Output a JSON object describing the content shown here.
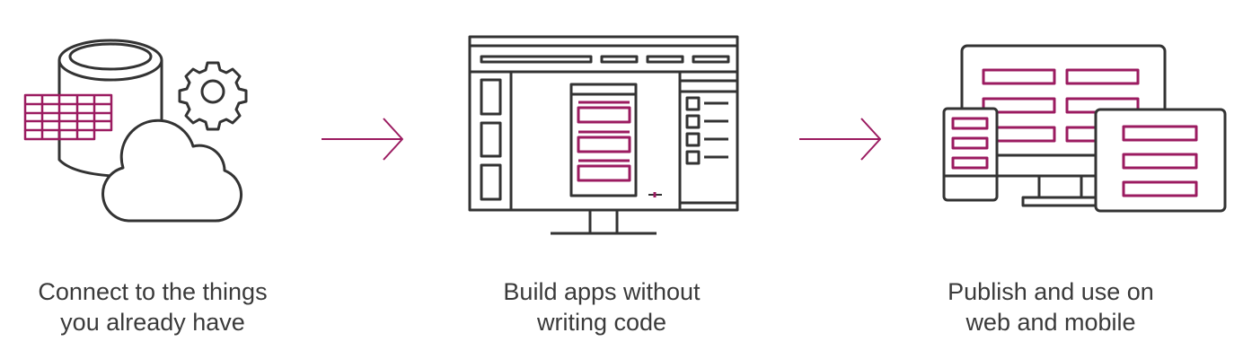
{
  "colors": {
    "stroke": "#333333",
    "accent": "#9b1b60"
  },
  "steps": [
    {
      "icon": "data-sources-icon",
      "caption": [
        "Connect to the things",
        "you already have"
      ]
    },
    {
      "icon": "app-builder-icon",
      "caption": [
        "Build apps without",
        "writing code"
      ]
    },
    {
      "icon": "multi-device-icon",
      "caption": [
        "Publish and use on",
        "web and mobile"
      ]
    }
  ],
  "arrows": [
    "arrow-right-icon",
    "arrow-right-icon"
  ]
}
